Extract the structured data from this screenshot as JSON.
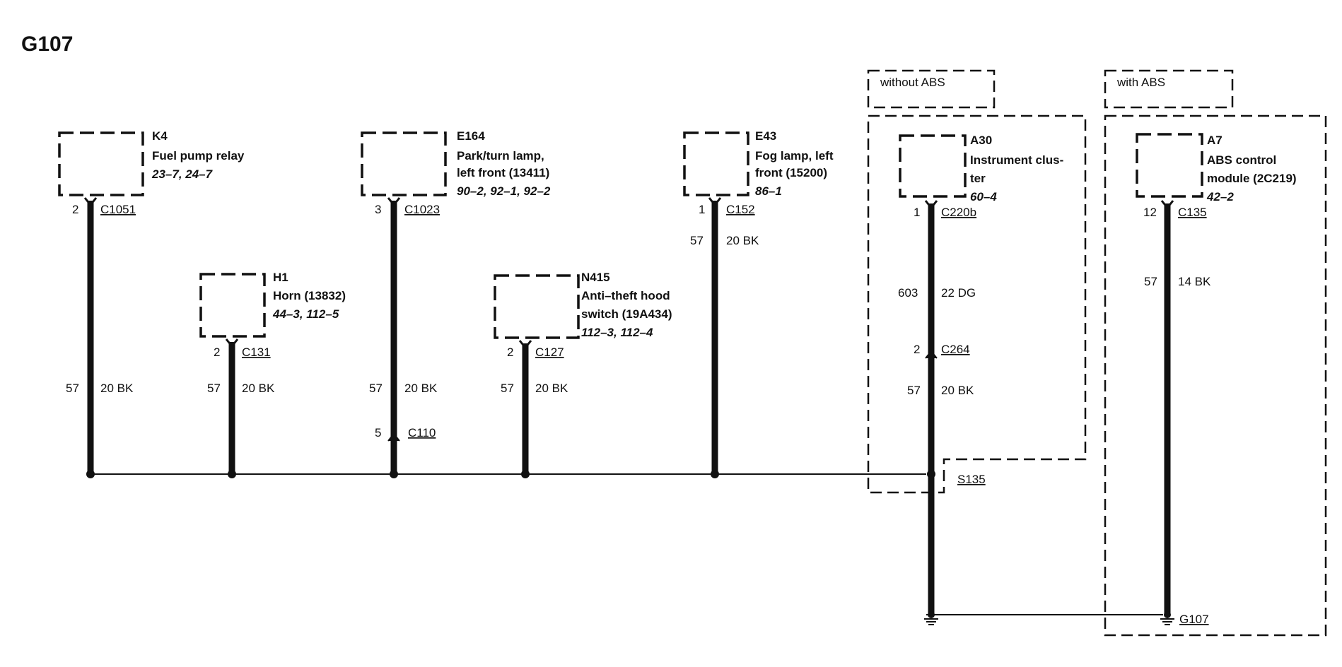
{
  "page_title": "G107",
  "option_labels": {
    "without_abs": "without ABS",
    "with_abs": "with ABS"
  },
  "components": [
    {
      "id": "K4",
      "name": [
        "Fuel pump relay"
      ],
      "refs": "23–7, 24–7"
    },
    {
      "id": "H1",
      "name": [
        "Horn (13832)"
      ],
      "refs": "44–3, 112–5"
    },
    {
      "id": "E164",
      "name": [
        "Park/turn lamp,",
        "left front (13411)"
      ],
      "refs": "90–2, 92–1, 92–2"
    },
    {
      "id": "N415",
      "name": [
        "Anti–theft hood",
        "switch (19A434)"
      ],
      "refs": "112–3, 112–4"
    },
    {
      "id": "E43",
      "name": [
        "Fog lamp, left",
        "front (15200)"
      ],
      "refs": "86–1"
    },
    {
      "id": "A30",
      "name": [
        "Instrument clus-",
        "ter"
      ],
      "refs": "60–4"
    },
    {
      "id": "A7",
      "name": [
        "ABS control",
        "module (2C219)"
      ],
      "refs": "42–2"
    }
  ],
  "connectors": [
    {
      "pin": "2",
      "name": "C1051"
    },
    {
      "pin": "2",
      "name": "C131"
    },
    {
      "pin": "3",
      "name": "C1023"
    },
    {
      "pin": "5",
      "name": "C110"
    },
    {
      "pin": "2",
      "name": "C127"
    },
    {
      "pin": "1",
      "name": "C152"
    },
    {
      "pin": "1",
      "name": "C220b"
    },
    {
      "pin": "2",
      "name": "C264"
    },
    {
      "pin": "12",
      "name": "C135"
    }
  ],
  "wires": [
    {
      "circuit": "57",
      "spec": "20 BK"
    },
    {
      "circuit": "57",
      "spec": "20 BK"
    },
    {
      "circuit": "57",
      "spec": "20 BK"
    },
    {
      "circuit": "57",
      "spec": "20 BK"
    },
    {
      "circuit": "57",
      "spec": "20 BK"
    },
    {
      "circuit": "603",
      "spec": "22 DG"
    },
    {
      "circuit": "57",
      "spec": "20 BK"
    },
    {
      "circuit": "57",
      "spec": "14 BK"
    }
  ],
  "splice": "S135",
  "ground": "G107"
}
